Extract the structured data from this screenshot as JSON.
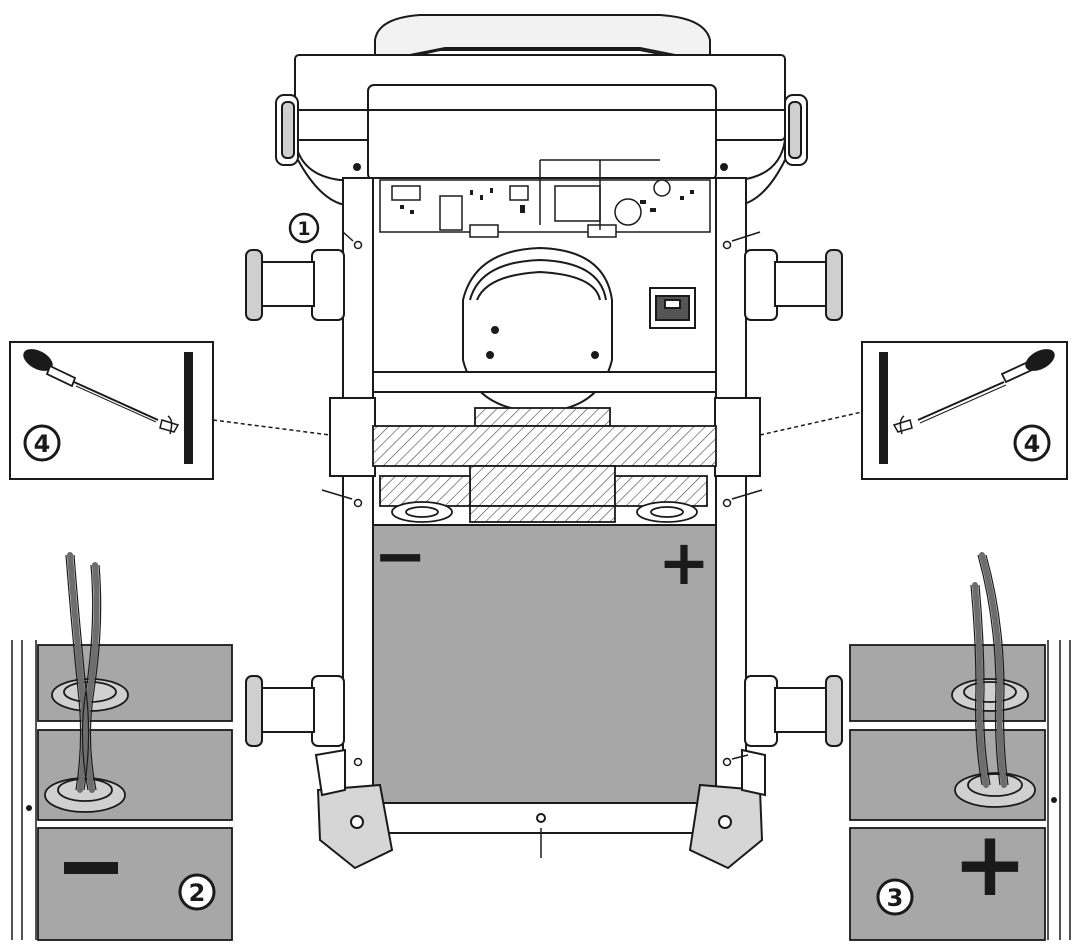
{
  "callouts": {
    "c1": "1",
    "c2": "2",
    "c3": "3",
    "c4_left": "4",
    "c4_right": "4"
  },
  "polarity": {
    "main_negative": "−",
    "main_positive": "+",
    "detail_negative": "−",
    "detail_positive": "+"
  },
  "colors": {
    "battery_gray": "#a7a7a7",
    "line_black": "#1a1a1a",
    "cable_gray": "#6d6d6d"
  }
}
